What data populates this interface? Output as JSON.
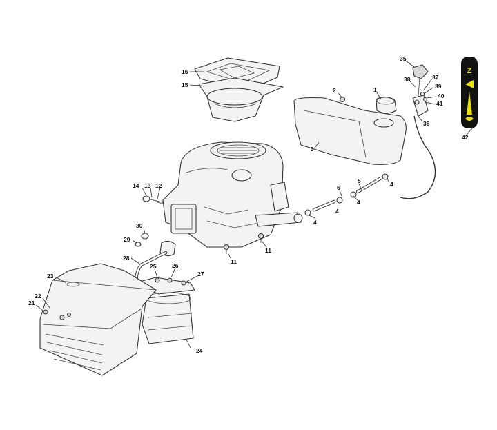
{
  "callouts": [
    {
      "id": "c1",
      "label": "1"
    },
    {
      "id": "c2",
      "label": "2"
    },
    {
      "id": "c3",
      "label": "3"
    },
    {
      "id": "c4a",
      "label": "4"
    },
    {
      "id": "c4b",
      "label": "4"
    },
    {
      "id": "c4c",
      "label": "4"
    },
    {
      "id": "c4d",
      "label": "4"
    },
    {
      "id": "c5",
      "label": "5"
    },
    {
      "id": "c6",
      "label": "6"
    },
    {
      "id": "c11a",
      "label": "11"
    },
    {
      "id": "c11b",
      "label": "11"
    },
    {
      "id": "c12",
      "label": "12"
    },
    {
      "id": "c13",
      "label": "13"
    },
    {
      "id": "c14",
      "label": "14"
    },
    {
      "id": "c15",
      "label": "15"
    },
    {
      "id": "c16",
      "label": "16"
    },
    {
      "id": "c21",
      "label": "21"
    },
    {
      "id": "c22",
      "label": "22"
    },
    {
      "id": "c23",
      "label": "23"
    },
    {
      "id": "c24",
      "label": "24"
    },
    {
      "id": "c25",
      "label": "25"
    },
    {
      "id": "c26",
      "label": "26"
    },
    {
      "id": "c27",
      "label": "27"
    },
    {
      "id": "c28",
      "label": "28"
    },
    {
      "id": "c29",
      "label": "29"
    },
    {
      "id": "c30",
      "label": "30"
    },
    {
      "id": "c35",
      "label": "35"
    },
    {
      "id": "c36",
      "label": "36"
    },
    {
      "id": "c37",
      "label": "37"
    },
    {
      "id": "c38",
      "label": "38"
    },
    {
      "id": "c39",
      "label": "39"
    },
    {
      "id": "c40",
      "label": "40"
    },
    {
      "id": "c41",
      "label": "41"
    },
    {
      "id": "c42",
      "label": "42"
    }
  ],
  "throttle_label": {
    "text": "Z",
    "background": "#111111",
    "accent": "#e8e000"
  }
}
